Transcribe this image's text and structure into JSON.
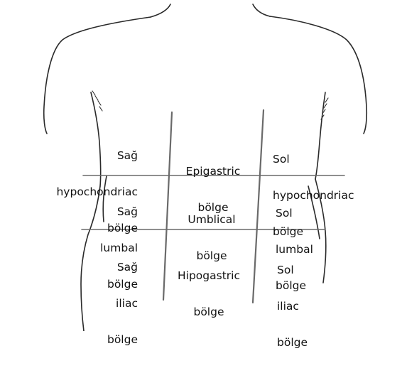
{
  "colors": {
    "background": "#ffffff",
    "outline": "#2a2a2a",
    "grid_lines": "#6a6a6a",
    "text": "#111111"
  },
  "regions": {
    "right_hypochondriac": {
      "line1": "Sağ",
      "line2": "hypochondriac",
      "line3": "bölge"
    },
    "epigastric": {
      "line1": "Epigastric",
      "line2": "bölge"
    },
    "left_hypochondriac": {
      "line1": "Sol",
      "line2": "hypochondriac",
      "line3": "bölge"
    },
    "right_lumbar": {
      "line1": "Sağ",
      "line2": "lumbal",
      "line3": "bölge"
    },
    "umbilical": {
      "line1": "Umblical",
      "line2": "bölge"
    },
    "left_lumbar": {
      "line1": "Sol",
      "line2": "lumbal",
      "line3": "bölge"
    },
    "right_iliac": {
      "line1": "Sağ",
      "line2": "iliac",
      "line3": "bölge"
    },
    "hypogastric": {
      "line1": "Hipogastric",
      "line2": "bölge"
    },
    "left_iliac": {
      "line1": "Sol",
      "line2": "iliac",
      "line3": "bölge"
    }
  }
}
